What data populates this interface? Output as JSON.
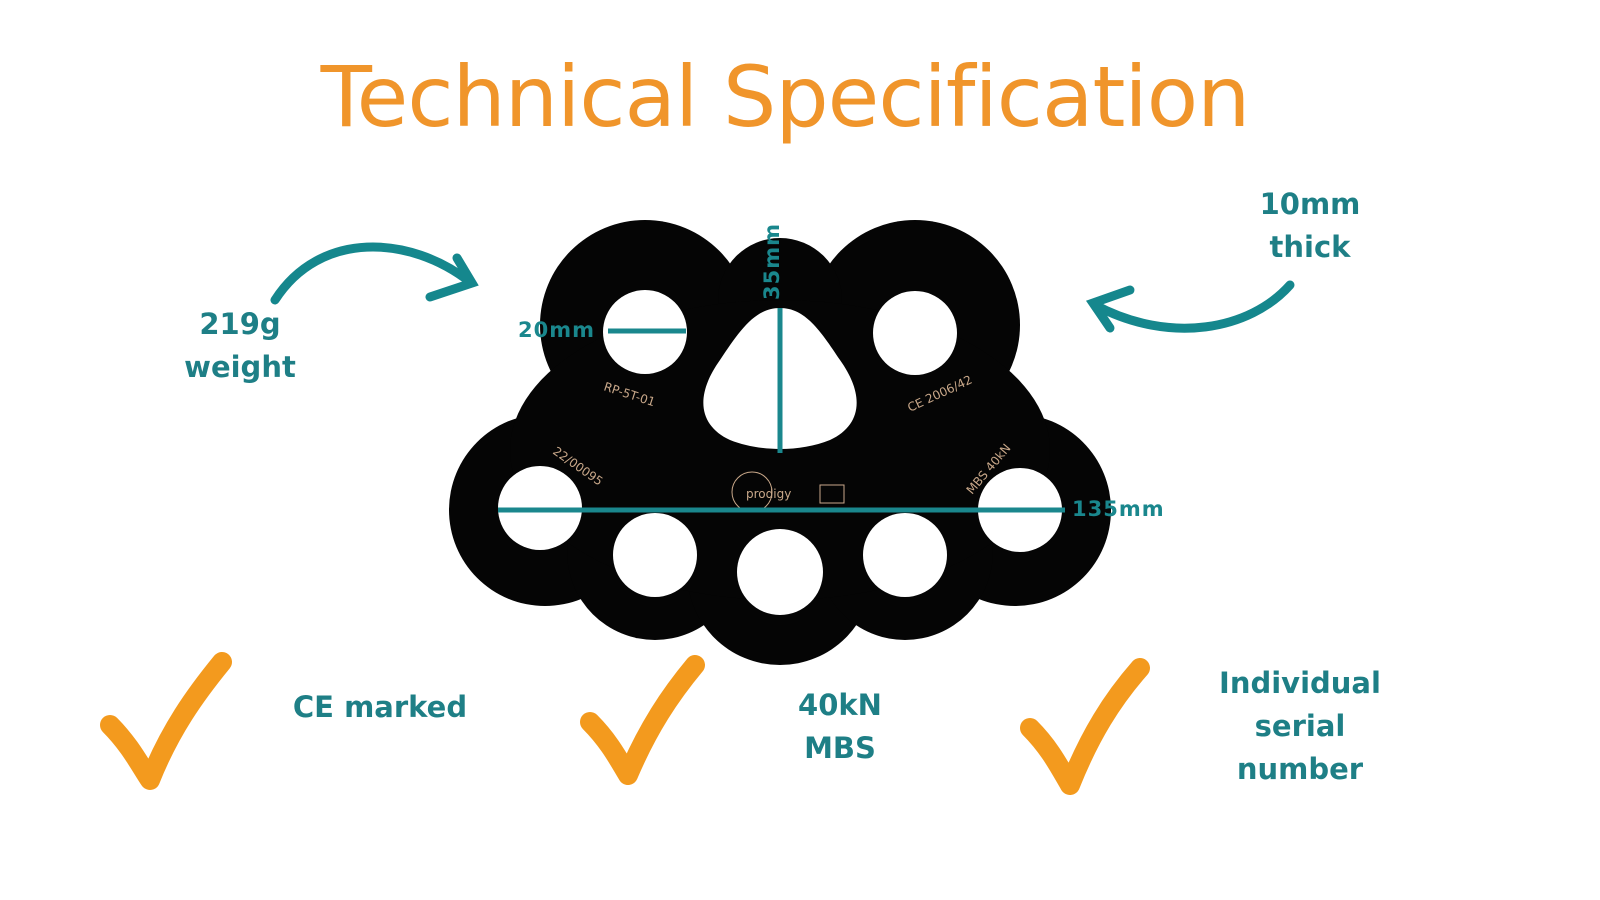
{
  "title": "Technical Specification",
  "annotations": {
    "weight": [
      "219g",
      "weight"
    ],
    "thickness": [
      "10mm",
      "thick"
    ],
    "hole_diameter": "20mm",
    "height": "35mm",
    "width": "135mm"
  },
  "plate_engravings": {
    "model": "RP-5T-01",
    "serial": "22/00095",
    "ce": "CE 2006/42",
    "mbs": "MBS 40kN",
    "brand": "prodigy"
  },
  "features": [
    {
      "label": [
        "CE marked"
      ]
    },
    {
      "label": [
        "40kN",
        "MBS"
      ]
    },
    {
      "label": [
        "Individual",
        "serial",
        "number"
      ]
    }
  ],
  "colors": {
    "title": "#F0952B",
    "accent": "#1E7F86",
    "check": "#F39A1E",
    "plate": "#000000"
  }
}
